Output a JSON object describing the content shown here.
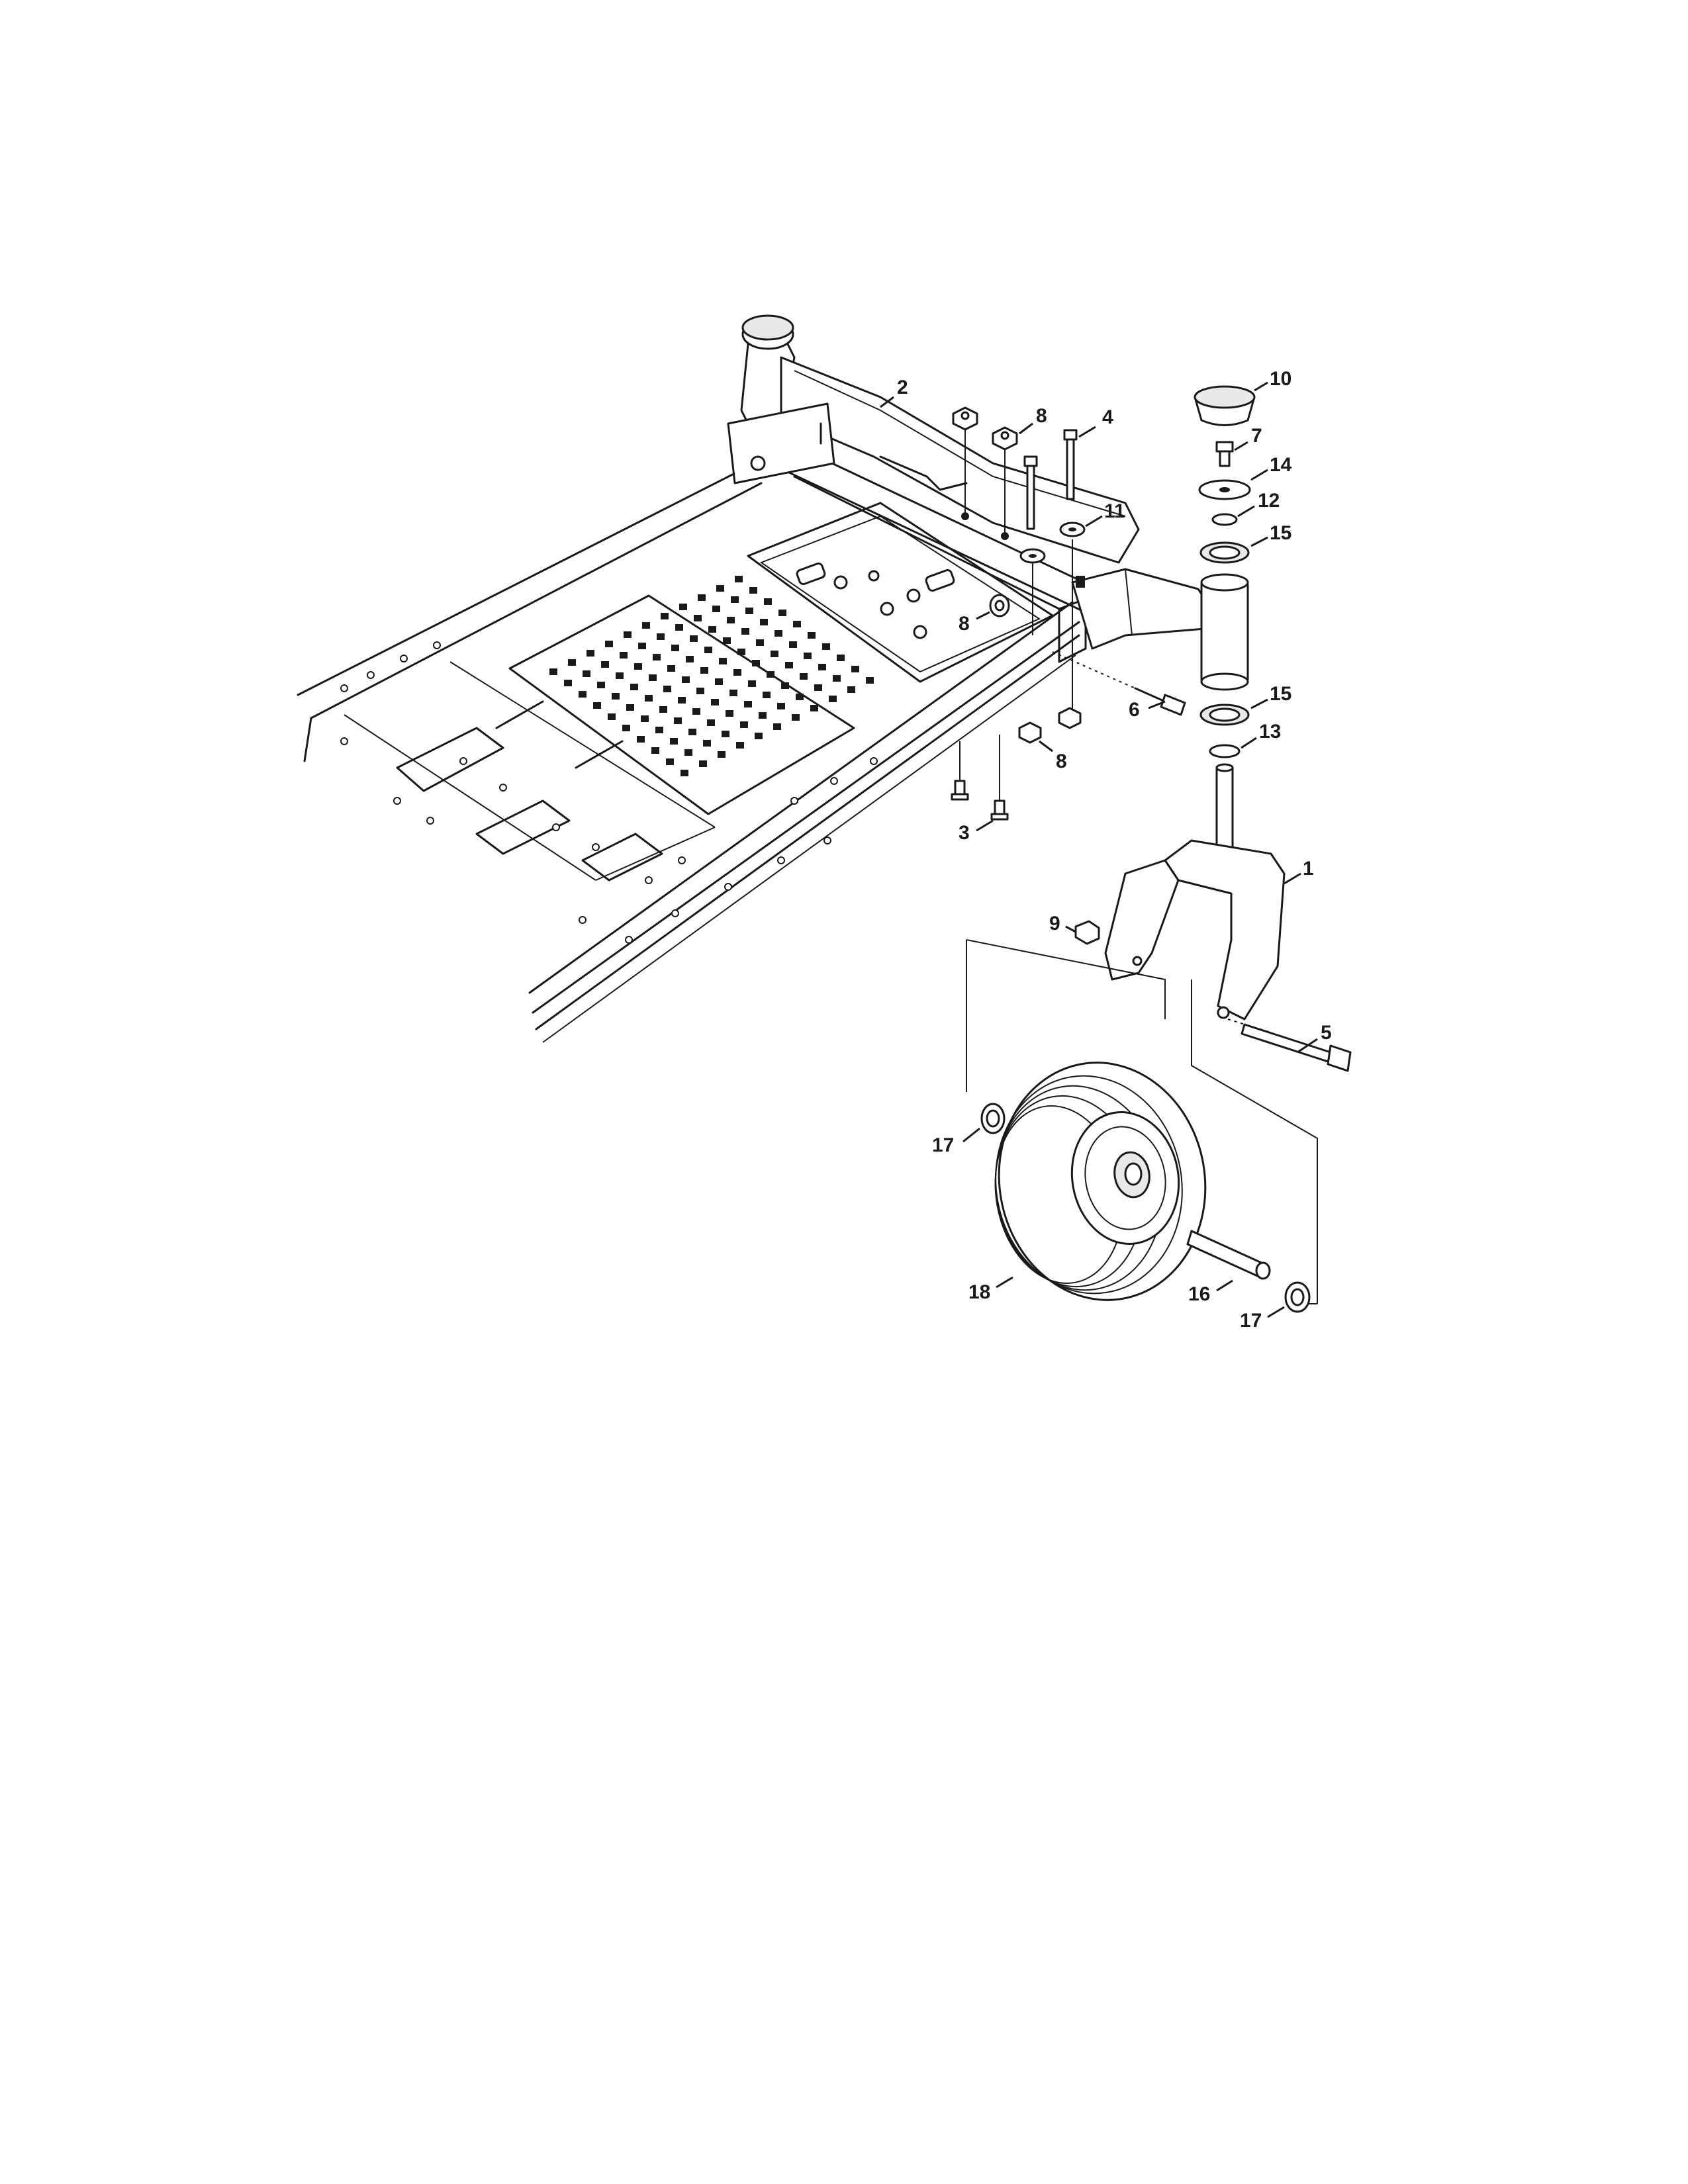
{
  "callouts": {
    "c1": "1",
    "c2": "2",
    "c3": "3",
    "c4": "4",
    "c5": "5",
    "c6": "6",
    "c7": "7",
    "c8a": "8",
    "c8b": "8",
    "c8c": "8",
    "c9": "9",
    "c10": "10",
    "c11": "11",
    "c12": "12",
    "c13": "13",
    "c14": "14",
    "c15a": "15",
    "c15b": "15",
    "c16": "16",
    "c17a": "17",
    "c17b": "17",
    "c18": "18"
  }
}
